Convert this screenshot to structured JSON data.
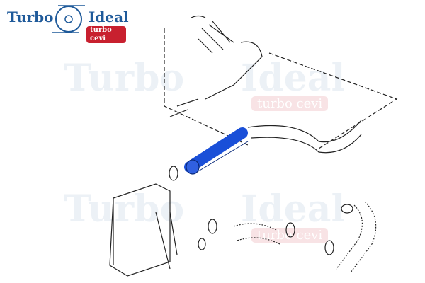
{
  "logo": {
    "brand_left": "Turbo",
    "brand_right": "Ideal",
    "tagline": "turbo cevi"
  },
  "watermark": {
    "left": "Turbo",
    "right": "Ideal",
    "tagline": "turbo cevi"
  },
  "colors": {
    "brand_blue": "#1f5a9a",
    "brand_red": "#c8202f",
    "highlight_hose": "#1a4fd8"
  }
}
